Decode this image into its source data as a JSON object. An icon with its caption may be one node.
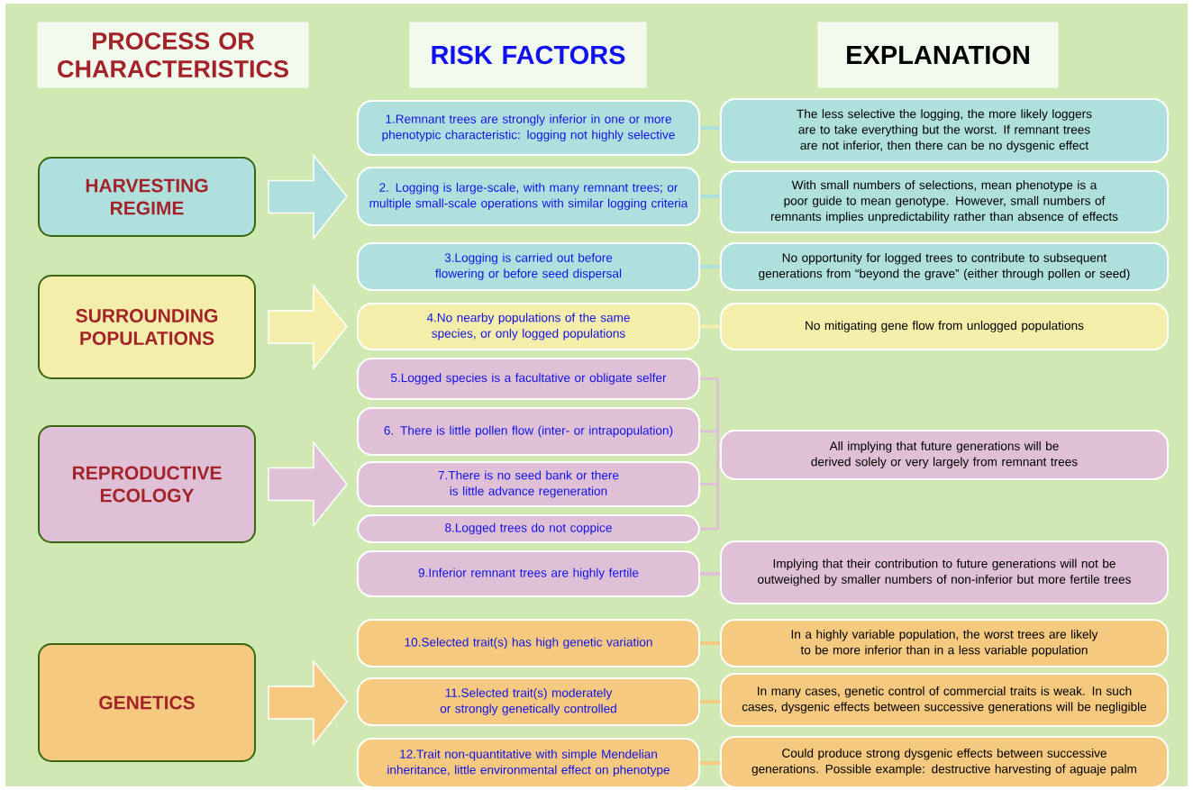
{
  "diagram": {
    "nodes": [
      {
        "text": [
          "PROCESS OR CHARACTERISTICS"
        ]
      },
      {
        "text": [
          "RISK FACTORS"
        ]
      },
      {
        "text": [
          "EXPLANATION"
        ]
      },
      {
        "text": [
          "HARVESTING REGIME"
        ]
      },
      {
        "text": [
          "SURROUNDING POPULATIONS"
        ]
      },
      {
        "text": [
          "REPRODUCTIVE ECOLOGY"
        ]
      },
      {
        "text": [
          "GENETICS"
        ]
      },
      {
        "text": [
          "1.Remnant trees are strongly inferior in one or more phenotypic characteristic: logging not highly selective"
        ]
      },
      {
        "text": [
          "2. Logging is large-scale, with many remnant trees; or multiple small-scale operations with similar logging criteria"
        ]
      },
      {
        "text": [
          "3.Logging is carried out before flowering or before seed dispersal"
        ]
      },
      {
        "text": [
          "4.No nearby populations of the same species, or only logged populations"
        ]
      },
      {
        "text": [
          "5.Logged species is a facultative or obligate selfer"
        ]
      },
      {
        "text": [
          "6. There is little pollen flow (inter- or intrapopulation)"
        ]
      },
      {
        "text": [
          "7.There is no seed bank or there is little advance regeneration"
        ]
      },
      {
        "text": [
          "8.Logged trees do not coppice"
        ]
      },
      {
        "text": [
          "9.Inferior remnant trees are highly fertile"
        ]
      },
      {
        "text": [
          "10.Selected trait(s) has high genetic variation"
        ]
      },
      {
        "text": [
          "11.Selected trait(s) moderately or strongly genetically controlled"
        ]
      },
      {
        "text": [
          "12.Trait non-quantitative with simple Mendelian inheritance, little environmental effect on phenotype"
        ]
      },
      {
        "text": [
          "The less selective the logging, the more likely loggers are to take everything but the worst. If remnant trees are not inferior, then there can be no dysgenic effect"
        ]
      },
      {
        "text": [
          "With small numbers of selections, mean phenotype is a poor guide to mean genotype. However, small numbers of remnants implies unpredictability rather than absence of effects"
        ]
      },
      {
        "text": [
          "No opportunity for logged trees to contribute to subsequent generations from “beyond the grave” (either through pollen or seed)"
        ]
      },
      {
        "text": [
          "No mitigating gene flow from unlogged populations"
        ]
      },
      {
        "text": [
          "All implying that future generations will be derived solely or very largely from remnant trees"
        ]
      },
      {
        "text": [
          "Implying that their contribution to future generations will not be outweighed by smaller numbers of non-inferior but more fertile trees"
        ]
      },
      {
        "text": [
          "In a highly variable population, the worst trees are likely to be more inferior than in a less variable population"
        ]
      },
      {
        "text": [
          "In many cases, genetic control of commercial traits is weak. In such cases, dysgenic effects between successive generations will be negligible"
        ]
      },
      {
        "text": [
          "Could produce strong dysgenic effects between successive generations. Possible example: destructive harvesting of aguaje palm"
        ]
      }
    ],
    "edges": [
      {
        "from": 3,
        "to": 8,
        "arrow": "to",
        "style": "thick",
        "color": "#b0e0de"
      },
      {
        "from": 4,
        "to": 10,
        "arrow": "to",
        "style": "thick",
        "color": "#f4eeaa"
      },
      {
        "from": 5,
        "to": 13,
        "arrow": "to",
        "style": "thick",
        "color": "#dfc0d6"
      },
      {
        "from": 6,
        "to": 17,
        "arrow": "to",
        "style": "thick",
        "color": "#f5c97f"
      },
      {
        "from": 7,
        "to": 19,
        "arrow": "none",
        "color": "#b0e0de"
      },
      {
        "from": 8,
        "to": 20,
        "arrow": "none",
        "color": "#b0e0de"
      },
      {
        "from": 9,
        "to": 21,
        "arrow": "none",
        "color": "#b0e0de"
      },
      {
        "from": 10,
        "to": 22,
        "arrow": "none",
        "color": "#f4eeaa"
      },
      {
        "from": 11,
        "to": 23,
        "arrow": "none",
        "color": "#dfc0d6"
      },
      {
        "from": 12,
        "to": 23,
        "arrow": "none",
        "color": "#dfc0d6"
      },
      {
        "from": 13,
        "to": 23,
        "arrow": "none",
        "color": "#dfc0d6"
      },
      {
        "from": 14,
        "to": 23,
        "arrow": "none",
        "color": "#dfc0d6"
      },
      {
        "from": 15,
        "to": 24,
        "arrow": "none",
        "color": "#dfc0d6"
      },
      {
        "from": 16,
        "to": 25,
        "arrow": "none",
        "color": "#f5c97f"
      },
      {
        "from": 17,
        "to": 26,
        "arrow": "none",
        "color": "#f5c97f"
      },
      {
        "from": 18,
        "to": 27,
        "arrow": "none",
        "color": "#f5c97f"
      }
    ]
  }
}
